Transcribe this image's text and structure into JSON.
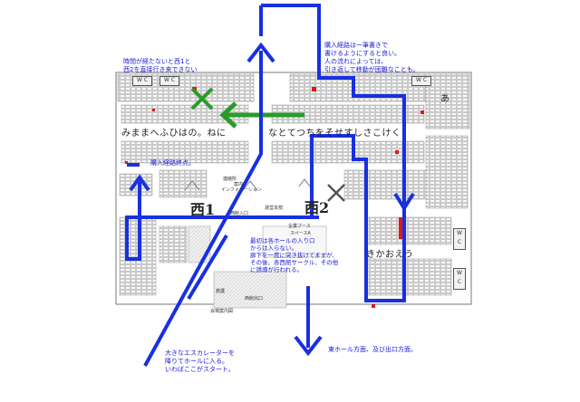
{
  "notes": {
    "top_left": "時間が経たないと西1と\n西2を直接行き来できない",
    "top_right": "購入経路は一筆書きで\n書けるようにすると良い。\n人の流れによっては、\n引き返して移動が困難なことも。",
    "end_point": "購入経路終点。",
    "center": "最初は各ホールの入り口\nからは入らない。\n廊下を一度に突き抜けてますが、\nその後、各西館サークル、その他\nに誘導が行われる。",
    "bottom_left": "大きなエスカレーターを\n降りてホールに入る。\nいわばここがスタート。",
    "bottom_right": "東ホール方面、及び出口方面。"
  },
  "map": {
    "hall_1": "西1",
    "hall_2": "西2",
    "row_labels_left": "みままへふひはの。ねに",
    "row_labels_right": "なとてつちをそせすしさこけく",
    "row_labels_bottom": "きかおえう",
    "top_right_char": "あ",
    "wc_label": "W C",
    "info_label": "インフォメーション",
    "small_labels": [
      "連絡所",
      "案内",
      "運営本部",
      "西館入口",
      "西館出口",
      "救護",
      "会場案内図"
    ],
    "circle_label_1": "企業ブース",
    "circle_label_2": "スペースA"
  },
  "colors": {
    "route": "#1830e0",
    "blocked": "#2a9b2a",
    "closed_mark": "#555555",
    "highlight": "#e01818"
  },
  "icons": [
    "route-arrow-icon",
    "cross-mark-icon",
    "escalator-icon",
    "green-arrow-icon"
  ]
}
